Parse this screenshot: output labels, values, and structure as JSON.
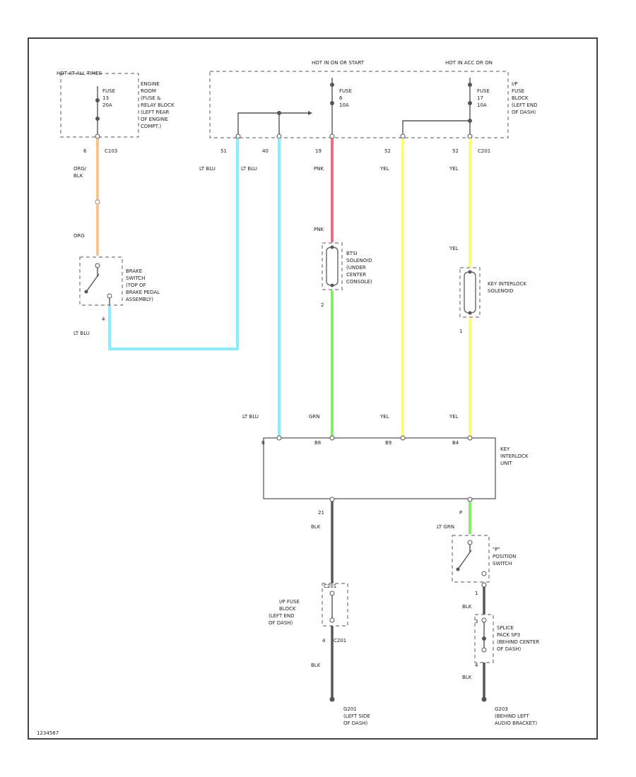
{
  "diagram": {
    "colors": {
      "orange": "#f9c48e",
      "light_blue": "#88eeff",
      "pink": "#f06a86",
      "yellow": "#ffff6a",
      "green": "#88ee66",
      "black": "#555555"
    },
    "power": {
      "hot_at_all_times": "HOT AT ALL TIMES",
      "hot_run_start": "HOT IN ON OR START",
      "hot_acc": "HOT IN ACC OR ON"
    },
    "fuses": {
      "engine": {
        "label": "FUSE",
        "num": "13",
        "amp": "20A",
        "desc": [
          "ENGINE",
          "ROOM",
          "(FUSE &",
          "RELAY BLOCK",
          "(LEFT REAR",
          "OF ENGINE",
          "COMPT.)"
        ]
      },
      "ign": {
        "label": "FUSE",
        "num": "6",
        "amp": "10A"
      },
      "acc": {
        "label": "FUSE",
        "num": "17",
        "amp": "10A"
      },
      "ip_block_desc": [
        "I/P",
        "FUSE",
        "BLOCK",
        "(LEFT END",
        "OF DASH)"
      ]
    },
    "pins": {
      "engine": "6",
      "engine_conn": "C103",
      "p51": "51",
      "p40": "40",
      "p19": "19",
      "p52a": "52",
      "p52b": "52",
      "c201": "C201",
      "brake_bottom": "4",
      "btsi_bottom": "2",
      "kis_bottom": "1",
      "unit_bottom_left": "21",
      "unit_bottom_right": "P",
      "ps_bottom": "1",
      "splice_top": "3",
      "splice_bottom": "4",
      "fb_top": "C201",
      "fb_bottom": "4",
      "fb_bottom_conn": "C201"
    },
    "wires": {
      "org_blk": [
        "ORG/",
        "BLK"
      ],
      "org": "ORG",
      "lt_blu": "LT BLU",
      "pnk": "PNK",
      "yel": "YEL",
      "grn": "GRN",
      "blk": "BLK",
      "lt_grn": "LT GRN"
    },
    "components": {
      "brake_switch": [
        "BRAKE",
        "SWITCH",
        "(TOP OF",
        "BRAKE PEDAL",
        "ASSEMBLY)"
      ],
      "btsi": [
        "BTSI",
        "SOLENOID",
        "(UNDER",
        "CENTER",
        "CONSOLE)"
      ],
      "key_solenoid": [
        "KEY INTERLOCK",
        "SOLENOID"
      ],
      "key_unit": [
        "KEY",
        "INTERLOCK",
        "UNIT"
      ],
      "p_switch": [
        "\"P\"",
        "POSITION",
        "SWITCH"
      ],
      "splice": [
        "SPLICE",
        "PACK SP3",
        "(BEHIND CENTER",
        "OF DASH)"
      ],
      "fuse_block_lower": [
        "I/P FUSE",
        "BLOCK",
        "(LEFT END",
        "OF DASH)"
      ],
      "g201": [
        "G201",
        "(LEFT SIDE",
        "OF DASH)"
      ],
      "g203": [
        "G203",
        "(BEHIND LEFT",
        "AUDIO BRACKET)"
      ]
    },
    "unit_pins": [
      "B",
      "B8",
      "B9",
      "B4"
    ],
    "footer_code": "1234567"
  }
}
